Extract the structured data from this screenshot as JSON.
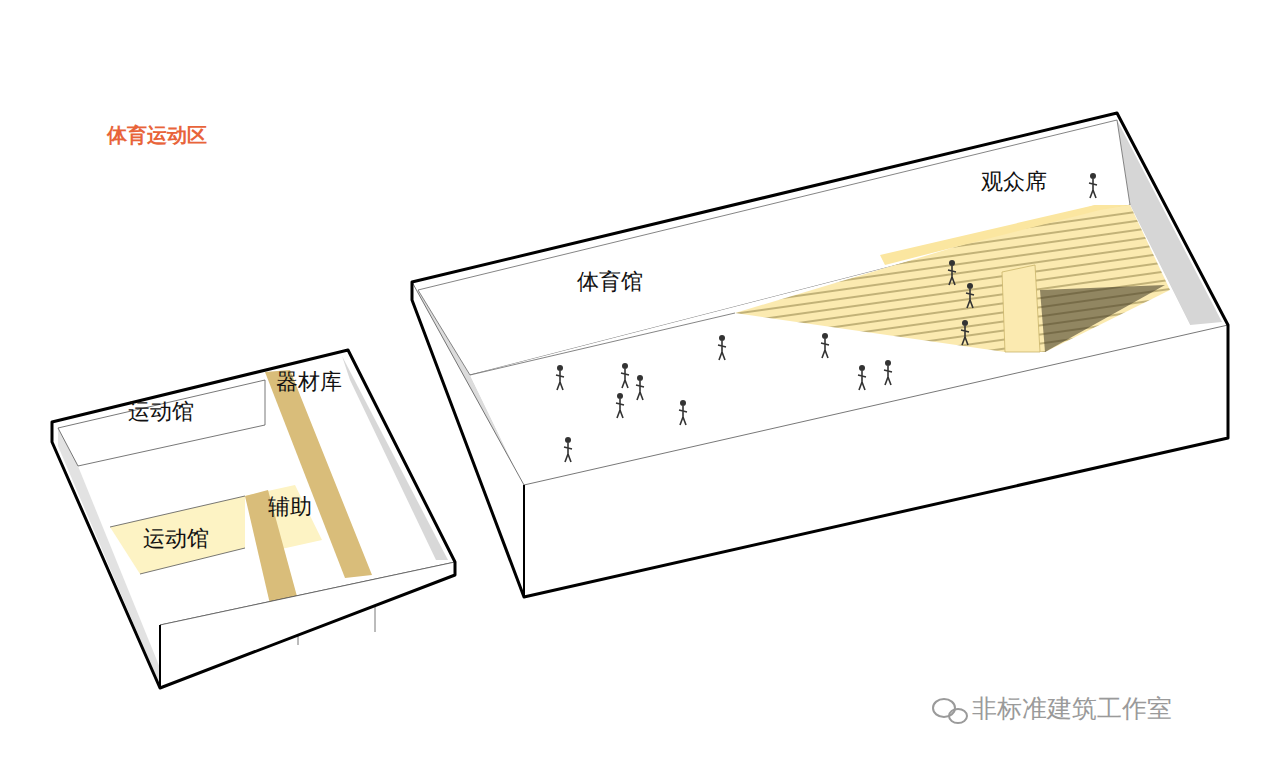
{
  "diagram": {
    "title": "体育运动区",
    "labels": [
      "运动馆",
      "器材库",
      "运动馆",
      "辅助",
      "体育馆",
      "观众席",
      "非标准建筑工作室"
    ]
  }
}
